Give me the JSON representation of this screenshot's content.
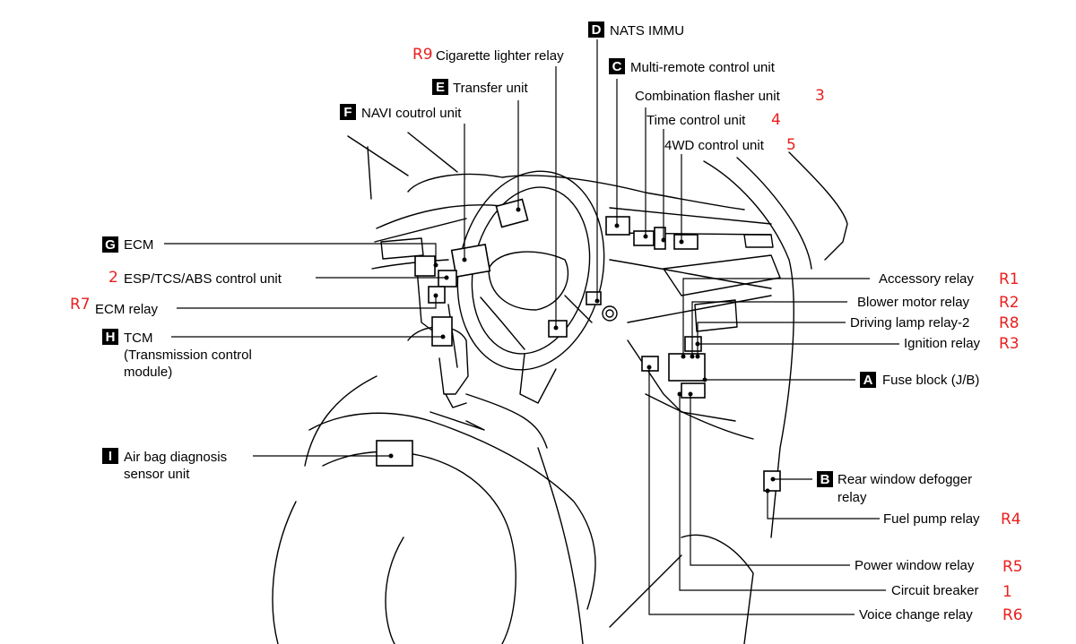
{
  "labels": {
    "nats": {
      "key": "D",
      "text": "NATS IMMU"
    },
    "cig": {
      "code": "R9",
      "text": "Cigarette lighter relay"
    },
    "multi": {
      "key": "C",
      "text": "Multi-remote control unit"
    },
    "transfer": {
      "key": "E",
      "text": "Transfer unit"
    },
    "flasher": {
      "text": "Combination flasher unit",
      "code": "3"
    },
    "navi": {
      "key": "F",
      "text": "NAVI coutrol unit"
    },
    "time": {
      "text": "Time control unit",
      "code": "4"
    },
    "fwd": {
      "text": "4WD control unit",
      "code": "5"
    },
    "ecm": {
      "key": "G",
      "text": "ECM"
    },
    "esp": {
      "code": "2",
      "text": "ESP/TCS/ABS control unit"
    },
    "ecmrelay": {
      "code": "R7",
      "text": "ECM relay"
    },
    "tcm": {
      "key": "H",
      "text": "TCM",
      "line2": "(Transmission control",
      "line3": "module)"
    },
    "airbag": {
      "key": "I",
      "text": "Air bag diagnosis",
      "line2": "sensor unit"
    },
    "accessory": {
      "text": "Accessory relay",
      "code": "R1"
    },
    "blower": {
      "text": "Blower motor relay",
      "code": "R2"
    },
    "driving": {
      "text": "Driving lamp relay-2",
      "code": "R8"
    },
    "ignition": {
      "text": "Ignition relay",
      "code": "R3"
    },
    "fuse": {
      "key": "A",
      "text": "Fuse block (J/B)"
    },
    "rear": {
      "key": "B",
      "text": "Rear window defogger",
      "line2": "relay"
    },
    "fuel": {
      "text": "Fuel pump relay",
      "code": "R4"
    },
    "power": {
      "text": "Power window relay",
      "code": "R5"
    },
    "breaker": {
      "text": "Circuit breaker",
      "code": "1"
    },
    "voice": {
      "text": "Voice change relay",
      "code": "R6"
    }
  },
  "colors": {
    "ink": "#000000",
    "annotation": "#e8201e",
    "background": "#ffffff"
  }
}
